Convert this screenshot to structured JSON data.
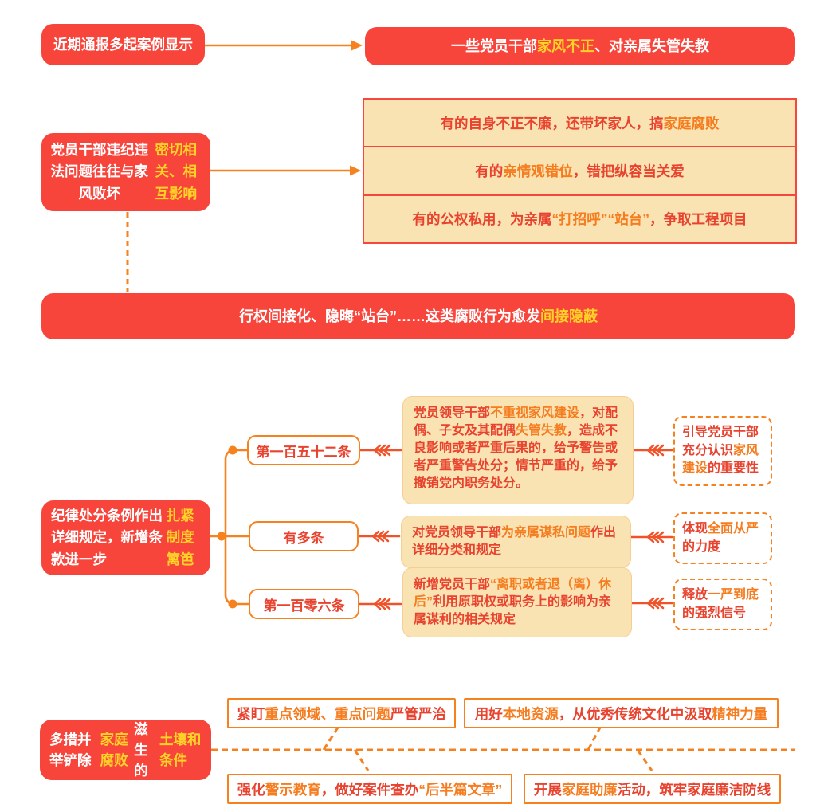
{
  "palette": {
    "box_red": "#F8453C",
    "highlight_yellow": "#FFD227",
    "accent_orange": "#F5821F",
    "panel_cream": "#FAE3B2",
    "text_red": "#E8432F",
    "text_orange": "#F57C1F",
    "connector_red_orange": "#F0522A"
  },
  "section1": {
    "source_box": [
      {
        "t": "近期通报多起案例显示",
        "c": "w"
      }
    ],
    "result_box": [
      {
        "t": "一些党员干部",
        "c": "w"
      },
      {
        "t": "家风不正",
        "c": "y"
      },
      {
        "t": "、对亲属失管失教",
        "c": "w"
      }
    ]
  },
  "section2": {
    "cause_box": [
      {
        "t": "党员干部违纪违法问题往往与家风败坏",
        "c": "w"
      },
      {
        "t": "密切相关、相互影响",
        "c": "y"
      }
    ],
    "examples": [
      [
        {
          "t": "有的自身不正不廉，还带坏家人，搞",
          "c": "r"
        },
        {
          "t": "家庭腐败",
          "c": "o"
        }
      ],
      [
        {
          "t": "有的",
          "c": "r"
        },
        {
          "t": "亲情观错位",
          "c": "o"
        },
        {
          "t": "，错把纵容当关爱",
          "c": "r"
        }
      ],
      [
        {
          "t": "有的公权私用，为亲属",
          "c": "r"
        },
        {
          "t": "“打招呼”“站台”",
          "c": "o"
        },
        {
          "t": "，争取工程项目",
          "c": "r"
        }
      ]
    ],
    "conclusion_box": [
      {
        "t": "行权间接化、隐晦“站台”……这类腐败行为愈发",
        "c": "w"
      },
      {
        "t": "间接隐蔽",
        "c": "y"
      }
    ]
  },
  "section3": {
    "intro_box": [
      {
        "t": "纪律处分条例作出详细规定，新增条款进一步",
        "c": "w"
      },
      {
        "t": "扎紧制度篱笆",
        "c": "y"
      }
    ],
    "items": [
      {
        "label": "第一百五十二条",
        "detail": [
          {
            "t": "党员领导干部",
            "c": "r"
          },
          {
            "t": "不重视家风建设",
            "c": "o"
          },
          {
            "t": "，对配偶、子女及其配偶",
            "c": "r"
          },
          {
            "t": "失管失教",
            "c": "o"
          },
          {
            "t": "，造成不良影响或者严重后果的，给予警告或者严重警告处分；情节严重的，给予撤销党内职务处分。",
            "c": "r"
          }
        ],
        "takeaway": [
          {
            "t": "引导党员干部充分认识",
            "c": "r"
          },
          {
            "t": "家风建设",
            "c": "o"
          },
          {
            "t": "的重要性",
            "c": "r"
          }
        ]
      },
      {
        "label": "有多条",
        "detail": [
          {
            "t": "对党员领导干部",
            "c": "r"
          },
          {
            "t": "为亲属谋私问题",
            "c": "o"
          },
          {
            "t": "作出详细分类和规定",
            "c": "r"
          }
        ],
        "takeaway": [
          {
            "t": "体现",
            "c": "r"
          },
          {
            "t": "全面从严",
            "c": "o"
          },
          {
            "t": "的力度",
            "c": "r"
          }
        ]
      },
      {
        "label": "第一百零六条",
        "detail": [
          {
            "t": "新增党员干部",
            "c": "r"
          },
          {
            "t": "“离职或者退（离）休后”",
            "c": "o"
          },
          {
            "t": "利用原职权或职务上的影响为亲属谋利的相关规定",
            "c": "r"
          }
        ],
        "takeaway": [
          {
            "t": "释放",
            "c": "r"
          },
          {
            "t": "一严到底",
            "c": "o"
          },
          {
            "t": "的强烈信号",
            "c": "r"
          }
        ]
      }
    ]
  },
  "section4": {
    "measures_box": [
      {
        "t": "多措并举铲除",
        "c": "w"
      },
      {
        "t": "家庭腐败",
        "c": "y"
      },
      {
        "t": "滋生的",
        "c": "w"
      },
      {
        "t": "土壤和条件",
        "c": "y"
      }
    ],
    "measures": [
      [
        {
          "t": "紧盯",
          "c": "r"
        },
        {
          "t": "重点领域、重点问题",
          "c": "o"
        },
        {
          "t": "严管严治",
          "c": "r"
        }
      ],
      [
        {
          "t": "用好",
          "c": "r"
        },
        {
          "t": "本地资源",
          "c": "o"
        },
        {
          "t": "，从优秀传统文化中汲取",
          "c": "r"
        },
        {
          "t": "精神力量",
          "c": "o"
        }
      ],
      [
        {
          "t": "强化",
          "c": "r"
        },
        {
          "t": "警示教育",
          "c": "o"
        },
        {
          "t": "，做好案件查办",
          "c": "r"
        },
        {
          "t": "“后半篇文章”",
          "c": "o"
        }
      ],
      [
        {
          "t": "开展",
          "c": "r"
        },
        {
          "t": "家庭助廉",
          "c": "o"
        },
        {
          "t": "活动，筑牢家庭廉洁防线",
          "c": "r"
        }
      ]
    ]
  }
}
